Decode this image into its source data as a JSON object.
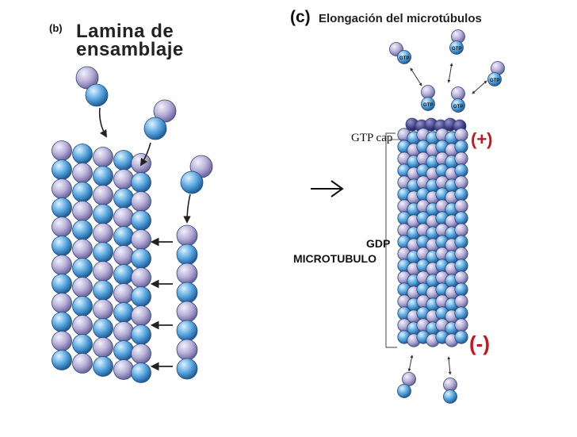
{
  "panel_b": {
    "tag": "(b)",
    "title_line1": "Lamina de",
    "title_line2": "ensamblaje"
  },
  "panel_c": {
    "tag": "(c)",
    "title": "Elongación del microtúbulos",
    "gtp_cap_label": "GTP cap",
    "gdp_label": "GDP",
    "microtubule_label": "MICROTUBULO",
    "plus_end": "(+)",
    "minus_end": "(-)",
    "gtp_tag": "GTP"
  },
  "colors": {
    "alpha_tubulin": "#b8b0d8",
    "beta_tubulin": "#5aa8e0",
    "outline": "#2a4a78",
    "plus_minus_red": "#c8141e"
  }
}
